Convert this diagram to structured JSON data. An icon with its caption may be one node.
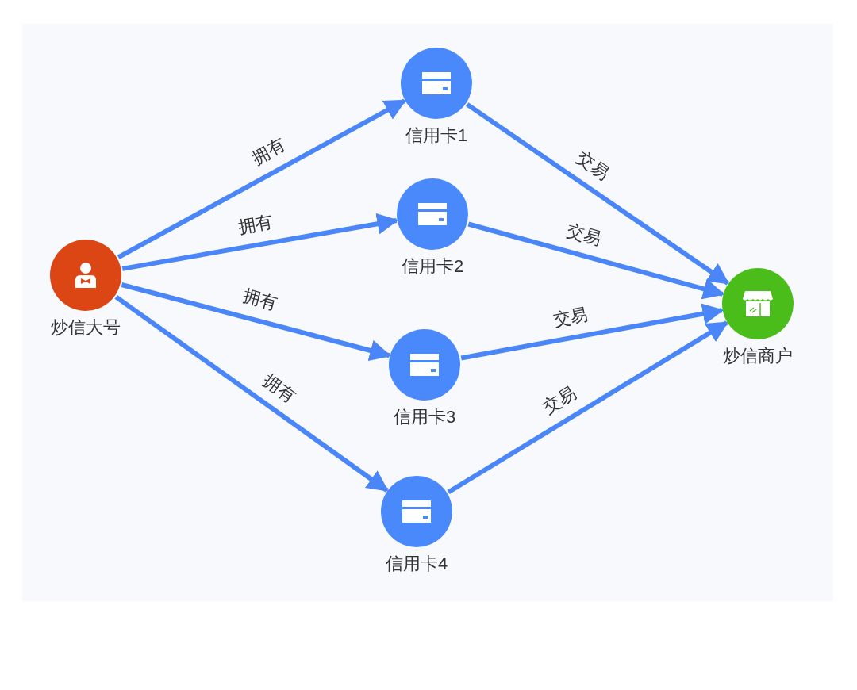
{
  "diagram": {
    "nodes": [
      {
        "text": [
          "炒信大号"
        ]
      },
      {
        "text": [
          "信用卡1"
        ]
      },
      {
        "text": [
          "信用卡2"
        ]
      },
      {
        "text": [
          "信用卡3"
        ]
      },
      {
        "text": [
          "信用卡4"
        ]
      },
      {
        "text": [
          "炒信商户"
        ]
      }
    ],
    "edges": [
      {
        "from": 0,
        "to": 1,
        "arrow": "to",
        "label": "拥有"
      },
      {
        "from": 0,
        "to": 2,
        "arrow": "to",
        "label": "拥有"
      },
      {
        "from": 0,
        "to": 3,
        "arrow": "to",
        "label": "拥有"
      },
      {
        "from": 0,
        "to": 4,
        "arrow": "to",
        "label": "拥有"
      },
      {
        "from": 1,
        "to": 5,
        "arrow": "to",
        "label": "交易"
      },
      {
        "from": 2,
        "to": 5,
        "arrow": "to",
        "label": "交易"
      },
      {
        "from": 3,
        "to": 5,
        "arrow": "to",
        "label": "交易"
      },
      {
        "from": 4,
        "to": 5,
        "arrow": "to",
        "label": "交易"
      }
    ]
  }
}
